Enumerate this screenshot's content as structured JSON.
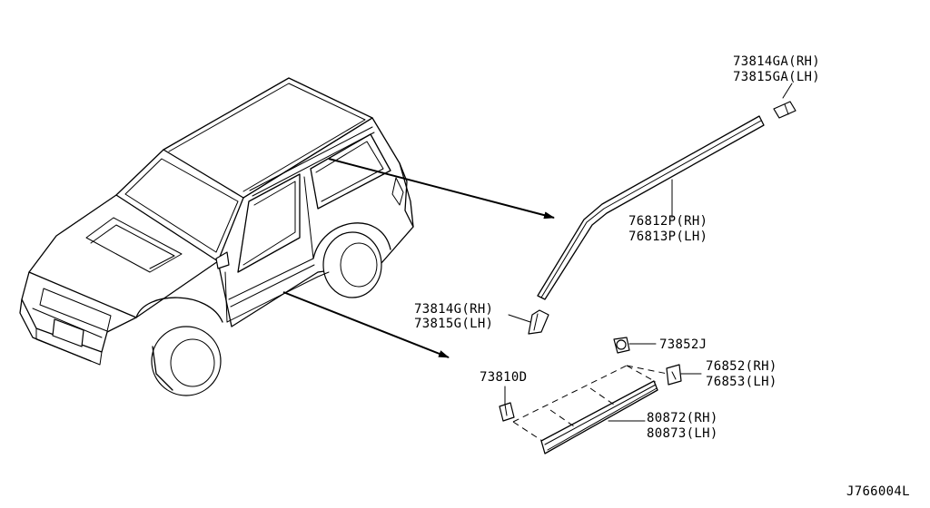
{
  "callouts": {
    "c1": {
      "rh": "73814GA(RH)",
      "lh": "73815GA(LH)"
    },
    "c2": {
      "rh": "76812P(RH)",
      "lh": "76813P(LH)"
    },
    "c3": {
      "rh": "73814G(RH)",
      "lh": "73815G(LH)"
    },
    "c4": {
      "single": "73852J"
    },
    "c5": {
      "rh": "76852(RH)",
      "lh": "76853(LH)"
    },
    "c6": {
      "single": "73810D"
    },
    "c7": {
      "rh": "80872(RH)",
      "lh": "80873(LH)"
    }
  },
  "diagram_code": "J766004L"
}
